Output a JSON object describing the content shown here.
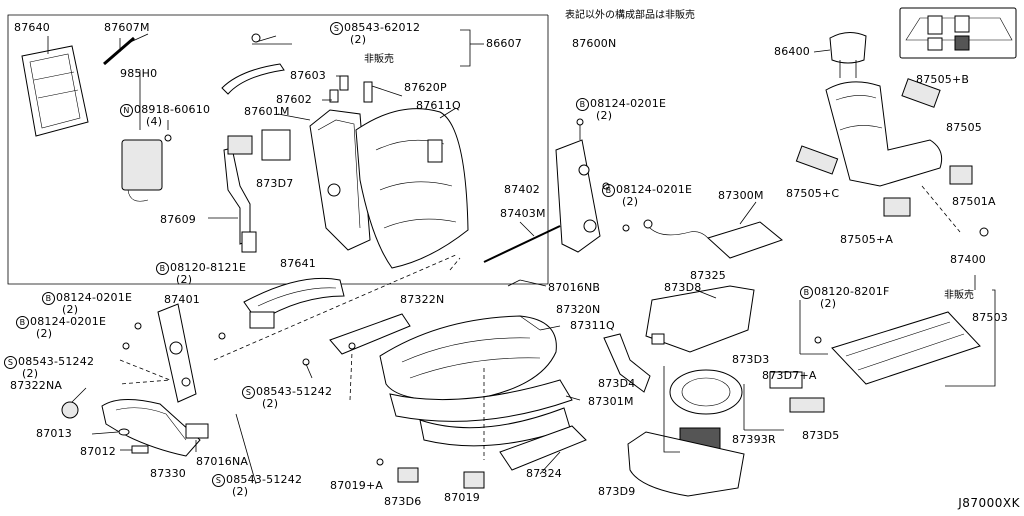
{
  "header_note": "表記以外の構成部品は非販売",
  "reference": "J87000XK",
  "labels": {
    "p87640": "87640",
    "p87607M": "87607M",
    "p985H0": "985H0",
    "p08918": "08918-60610",
    "p08918_qty": "(4)",
    "p08543_62012": "08543-62012",
    "p08543_62012_qty": "(2)",
    "p86607": "86607",
    "p87600N": "87600N",
    "not_sold_1": "非販売",
    "p87603": "87603",
    "p87602": "87602",
    "p87620P": "87620P",
    "p87601M": "87601M",
    "p87611Q": "87611Q",
    "p873D7": "873D7",
    "p87609": "87609",
    "p86400": "86400",
    "p87505B": "87505+B",
    "p87505": "87505",
    "p87505C": "87505+C",
    "p87501A": "87501A",
    "p87505A": "87505+A",
    "p87400": "87400",
    "not_sold_2": "非販売",
    "p87503": "87503",
    "p08124_top": "08124-0201E",
    "p08124_top_qty": "(2)",
    "p87402": "87402",
    "p08124_mid": "08124-0201E",
    "p08124_mid_qty": "(2)",
    "p87403M": "87403M",
    "p87300M": "87300M",
    "p87325": "87325",
    "p08120_8121E": "08120-8121E",
    "p08120_8121E_qty": "(2)",
    "p87641": "87641",
    "p87016NB": "87016NB",
    "p873D8": "873D8",
    "p08120_8201F": "08120-8201F",
    "p08120_8201F_qty": "(2)",
    "p08124_left1": "08124-0201E",
    "p08124_left1_qty": "(2)",
    "p87401": "87401",
    "p08124_left2": "08124-0201E",
    "p08124_left2_qty": "(2)",
    "p87322N": "87322N",
    "p87320N": "87320N",
    "p87311Q": "87311Q",
    "p08543_51242_a": "08543-51242",
    "p08543_51242_a_qty": "(2)",
    "p87322NA": "87322NA",
    "p873D4": "873D4",
    "p873D3": "873D3",
    "p873D7A": "873D7+A",
    "p08543_51242_b": "08543-51242",
    "p08543_51242_b_qty": "(2)",
    "p87301M": "87301M",
    "p87013": "87013",
    "p87012": "87012",
    "p87016NA": "87016NA",
    "p87393R": "87393R",
    "p873D5": "873D5",
    "p87330": "87330",
    "p08543_51242_c": "08543-51242",
    "p08543_51242_c_qty": "(2)",
    "p87324": "87324",
    "p87019A": "87019+A",
    "p873D6": "873D6",
    "p87019": "87019",
    "p873D9": "873D9"
  },
  "prefix": {
    "S": "S",
    "N": "N",
    "B": "B"
  }
}
